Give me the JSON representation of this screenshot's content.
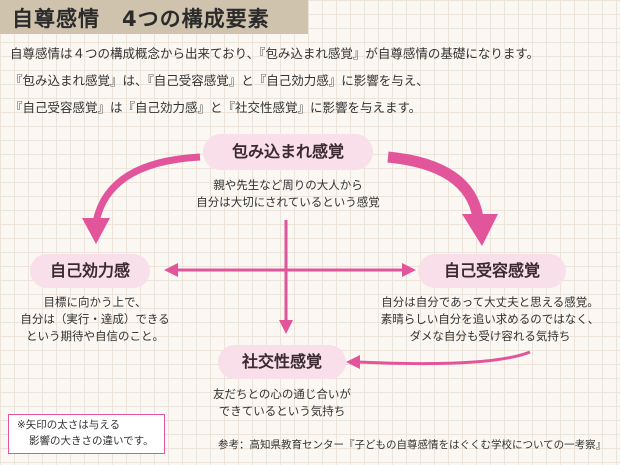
{
  "title": "自尊感情　4つの構成要素",
  "intro": [
    "自尊感情は４つの構成概念から出来ており、『包み込まれ感覚』が自尊感情の基礎になります。",
    "『包み込まれ感覚』は、『自己受容感覚』と『自己効力感』に影響を与え、",
    "『自己受容感覚』は『自己効力感』と『社交性感覚』に影響を与えます。"
  ],
  "nodes": {
    "tsutsumi": {
      "label": "包み込まれ感覚",
      "desc": [
        "親や先生など周りの大人から",
        "自分は大切にされているという感覚"
      ]
    },
    "kouryoku": {
      "label": "自己効力感",
      "desc": [
        "目標に向かう上で、",
        "自分は（実行・達成）できる",
        "という期待や自信のこと。"
      ]
    },
    "juyou": {
      "label": "自己受容感覚",
      "desc": [
        "自分は自分であって大丈夫と思える感覚。",
        "素晴らしい自分を追い求めるのではなく、",
        "ダメな自分も受け容れる気持ち"
      ]
    },
    "shakou": {
      "label": "社交性感覚",
      "desc": [
        "友だちとの心の通じ合いが",
        "できているという気持ち"
      ]
    }
  },
  "note": [
    "※矢印の太さは与える",
    "影響の大きさの違いです。"
  ],
  "source": "参考：高知県教育センター『子どもの自尊感情をはぐくむ学校についての一考察』",
  "colors": {
    "accent": "#e2559b",
    "pill": "#f8dfe9",
    "title_bar": "#cfc3ad"
  }
}
